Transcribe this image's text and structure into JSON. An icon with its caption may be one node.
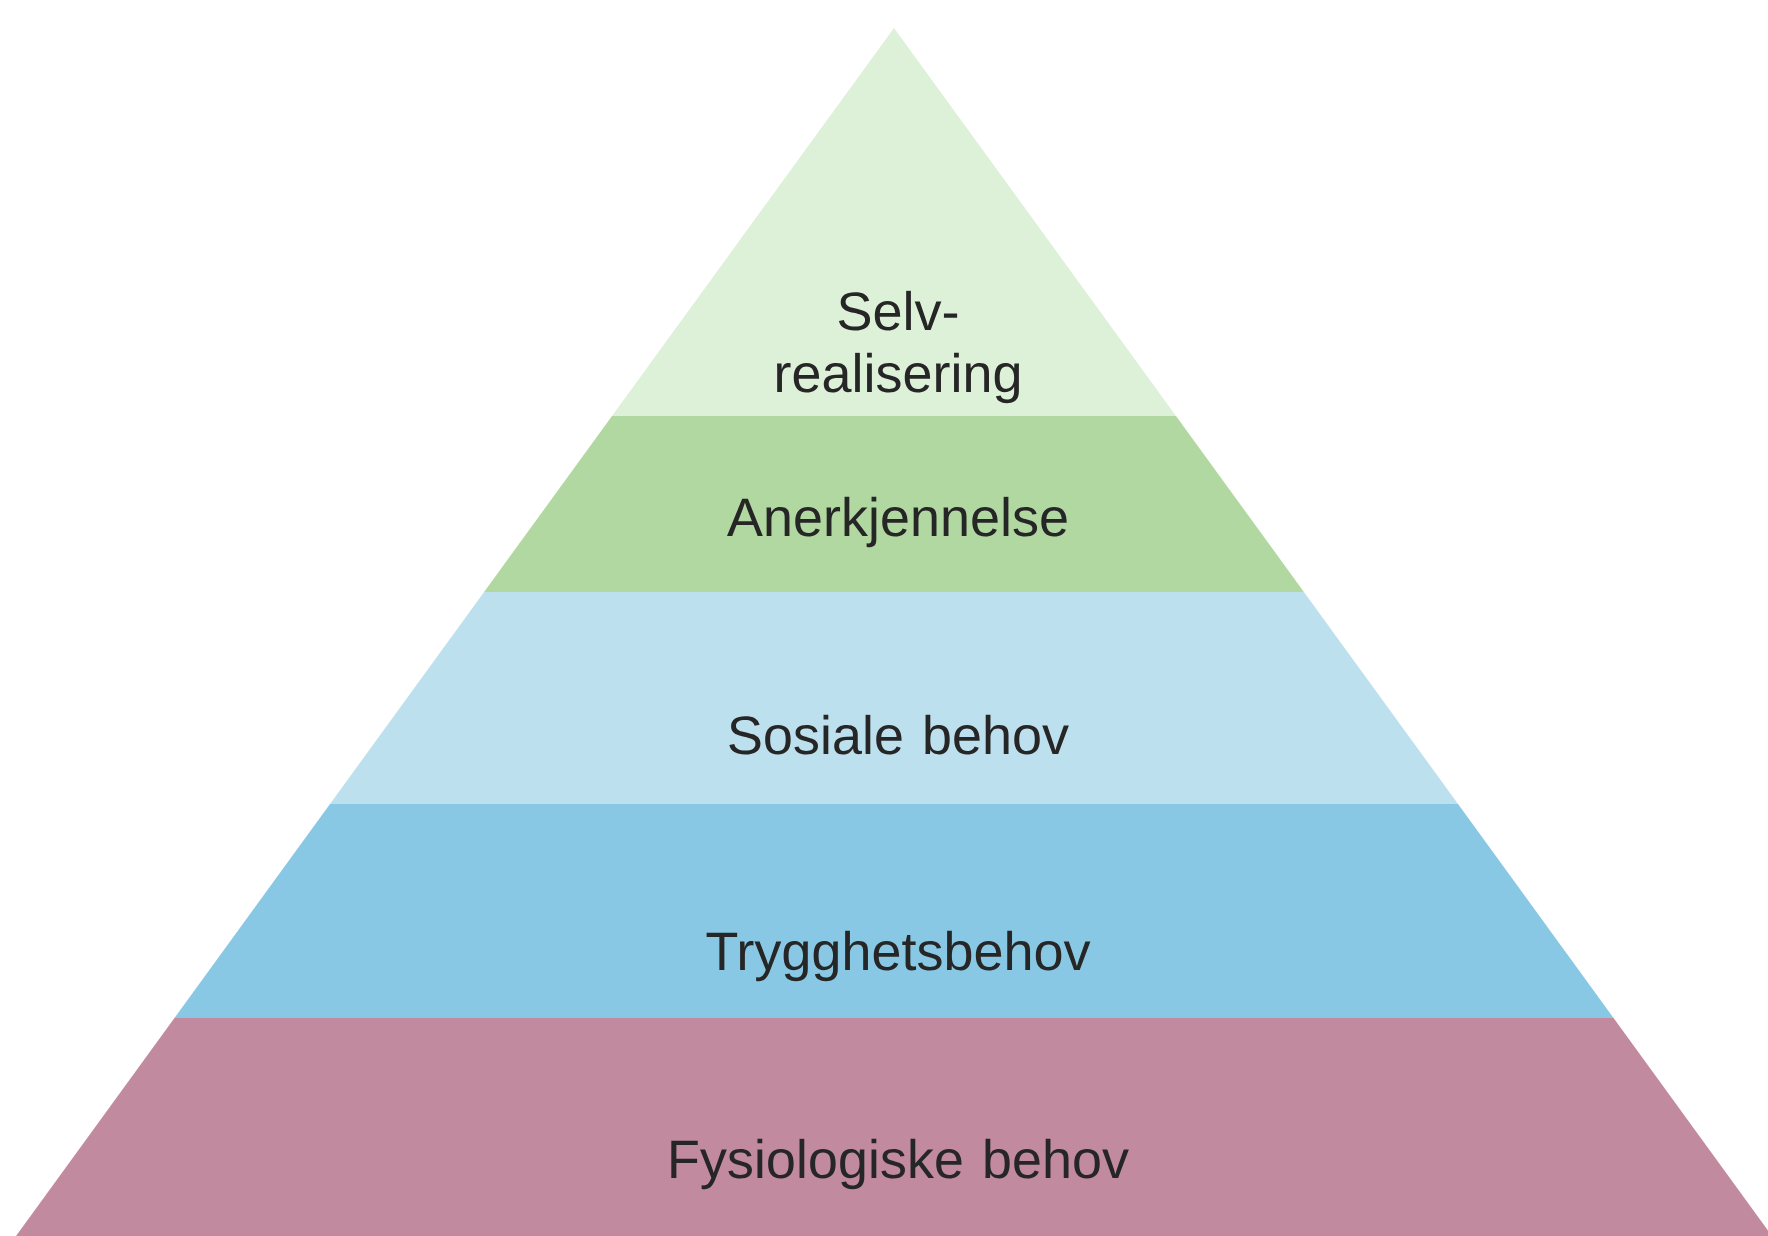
{
  "diagram": {
    "nodes": [
      {
        "text": [
          "Selv-realisering"
        ]
      },
      {
        "text": [
          "Anerkjennelse"
        ]
      },
      {
        "text": [
          "Sosiale behov"
        ]
      },
      {
        "text": [
          "Trygghetsbehov"
        ]
      },
      {
        "text": [
          "Fysiologiske behov"
        ]
      }
    ]
  }
}
